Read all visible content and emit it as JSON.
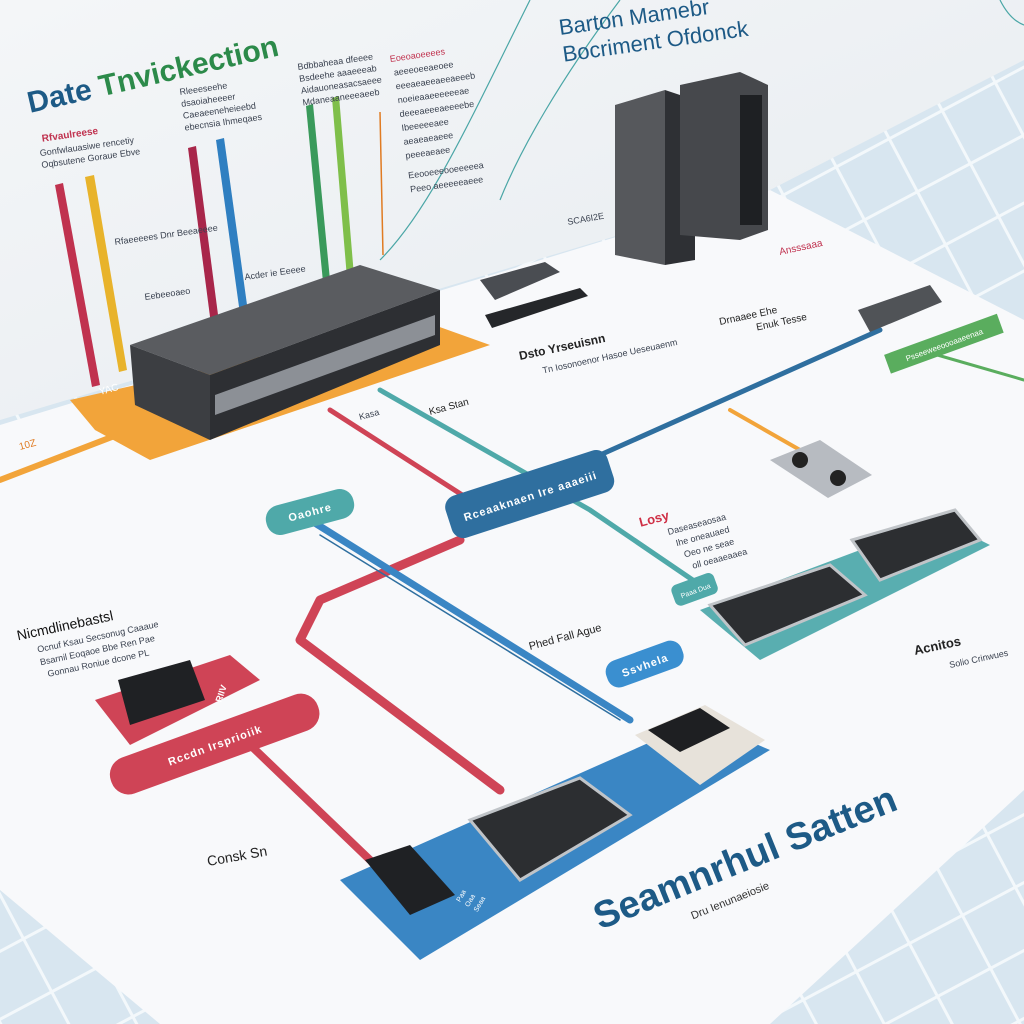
{
  "wall": {
    "title_part1": "Date ",
    "title_part2": "Tnvickection",
    "corner_title_line1": "Barton Mamebr",
    "corner_title_line2": "Bocriment Ofdonck",
    "col1_heading": "Rfvaulreese",
    "col1_lines": [
      "Gonfwlauasiwe rencetiy",
      "Oqbsutene Goraue Ebve"
    ],
    "col2_lines": [
      "Rleeeseehe",
      "dsaoiaheeeer",
      "Caeaeeneheieebd",
      "ebecnsia Ihmeqaes"
    ],
    "col3_lines": [
      "Bdbbaheaa dfeeee",
      "Bsdeehe aaaeeeab",
      "Aidauoneasacsaeee",
      "Mdaneaaneeeaeeb"
    ],
    "col4_heading": "Eoeoaoeeees",
    "col4_lines": [
      "aeeeoeeaeoee",
      "eeeaeaeeaeeaeeeb",
      "noeieaaeeeeeeae",
      "deeeaeeeaeeeebe",
      "Ibeeeeeaee",
      "aeaeaeaeee",
      "peeeaeaee",
      "Eeooeeeooeeeeea",
      "Peeo aeeeeeaeee"
    ],
    "bar_label1": "Rfaeeeees Dnr Beeaeeee",
    "bar_label2": "Acder ie Eeeee",
    "bar_label3": "Eebeeoaeo",
    "wall_code": "SCA6I2E"
  },
  "bar_colors": [
    "#c0324f",
    "#e8b32b",
    "#a8264a",
    "#2f7fc1",
    "#3a9a5b",
    "#7fbf4a",
    "#e07b22"
  ],
  "labels": {
    "data_switch": "Dsto Yrseuisnn",
    "data_switch_desc": "Tn Iosonoenor Hasoe Ueseuaenm",
    "switch_tag": "YAC",
    "module_label": "Drnaaee Ehe",
    "module_sub": "Enuk Tesse",
    "kasa": "Kasa",
    "ksa_store": "Ksa Stan",
    "orange_tag": "10Z",
    "red_heading": "Ansssaaa",
    "green_tag": "Psseeweeoooaaeenaa",
    "center_pill": "Rceaaknaen Ire aaaeiii",
    "teal_pill": "Oaohre",
    "losy": "Losy",
    "losy_desc": [
      "Daseaseaosaa",
      "Ihe oneauaed",
      "Oeo ne seae",
      "oll oeaaeaaea"
    ],
    "kraken": "Nicmdlinebastsl",
    "kraken_desc": [
      "Ocnuf Ksau Secsonug Caaaue",
      "Bsarnil Eoqaoe Bbe Ren Pae",
      "Gonnau Roniue dcone PL"
    ],
    "phed": "Phed Fall Ague",
    "blue_pill": "Ssvhela",
    "red_pill": "Rccdn Irsprioiik",
    "red_tag": "RIIV",
    "consk": "Consk Sn",
    "acnitos": "Acnitos",
    "acnitos_desc": "Solio Crinwues",
    "small_teal": "Paaa Dua",
    "big_title": "Seamnrhul Satten",
    "big_subtitle": "Dru Ienunaeiosie",
    "chip_tag": [
      "Paa",
      "Oaa",
      "Seaa"
    ]
  },
  "colors": {
    "blue": "#2f6f9f",
    "teal": "#4fa9a9",
    "red": "#cf4456",
    "orange": "#f2a43a",
    "green": "#5aad5e",
    "title_blue": "#1d5a86"
  }
}
